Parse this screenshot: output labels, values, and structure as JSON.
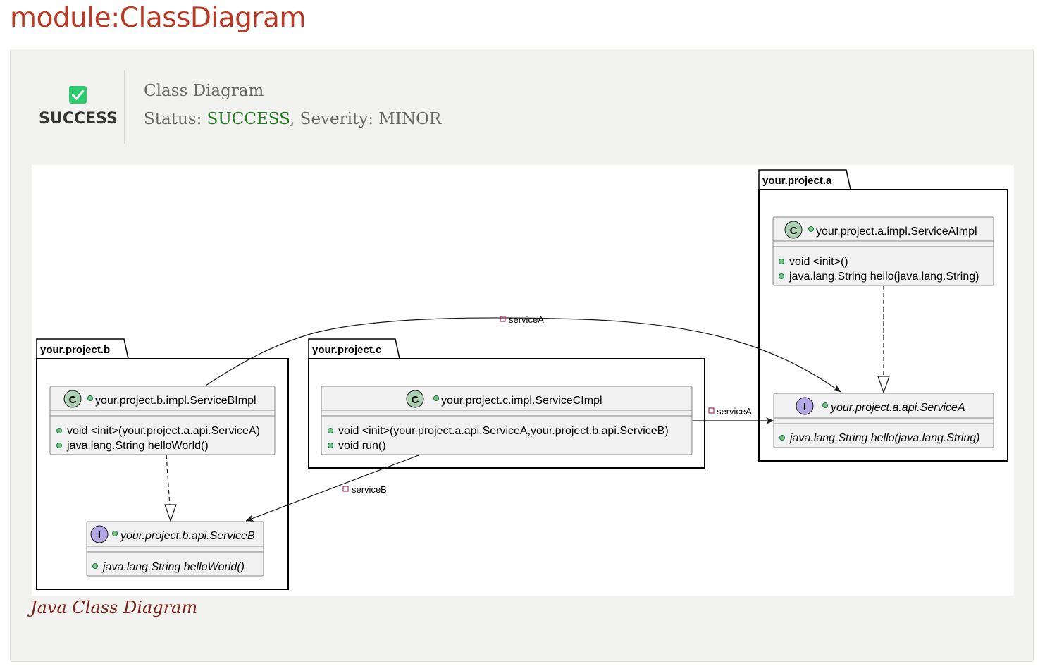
{
  "page": {
    "title": "module:ClassDiagram"
  },
  "result": {
    "status_label": "SUCCESS",
    "rule_title": "Class Diagram",
    "status_prefix": "Status: ",
    "status_value": "SUCCESS",
    "severity_text": ", Severity: MINOR",
    "caption": "Java Class Diagram",
    "icon": "check-icon",
    "colors": {
      "success": "#2ecc71",
      "title": "#ba3925",
      "caption": "#7a2518"
    }
  },
  "diagram": {
    "packages": {
      "a": "your.project.a",
      "b": "your.project.b",
      "c": "your.project.c"
    },
    "classes": {
      "service_a_impl": {
        "stereotype": "C",
        "name": "your.project.a.impl.ServiceAImpl",
        "members": [
          "void <init>()",
          "java.lang.String hello(java.lang.String)"
        ]
      },
      "service_a": {
        "stereotype": "I",
        "name": "your.project.a.api.ServiceA",
        "members": [
          "java.lang.String hello(java.lang.String)"
        ]
      },
      "service_b_impl": {
        "stereotype": "C",
        "name": "your.project.b.impl.ServiceBImpl",
        "members": [
          "void <init>(your.project.a.api.ServiceA)",
          "java.lang.String helloWorld()"
        ]
      },
      "service_b": {
        "stereotype": "I",
        "name": "your.project.b.api.ServiceB",
        "members": [
          "java.lang.String helloWorld()"
        ]
      },
      "service_c_impl": {
        "stereotype": "C",
        "name": "your.project.c.impl.ServiceCImpl",
        "members": [
          "void <init>(your.project.a.api.ServiceA,your.project.b.api.ServiceB)",
          "void run()"
        ]
      }
    },
    "edges": {
      "b_impl_to_a": "serviceA",
      "c_impl_to_a": "serviceA",
      "c_impl_to_b": "serviceB"
    },
    "colors": {
      "class_circle": "#add1b2",
      "interface_circle": "#b4a7e5",
      "member_dot": "#84be84",
      "box_fill": "#f1f1f1",
      "label_marker": "#a80036"
    }
  }
}
